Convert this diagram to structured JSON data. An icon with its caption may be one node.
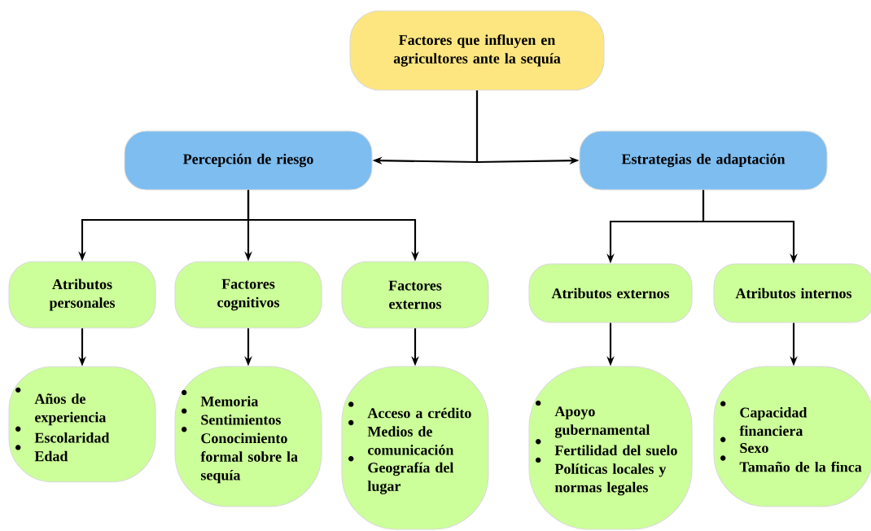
{
  "diagram": {
    "nodes": [
      {
        "text": [
          "Factores que influyen en agricultores ante la sequía"
        ]
      },
      {
        "text": [
          "Percepción de riesgo"
        ]
      },
      {
        "text": [
          "Estrategias de adaptación"
        ]
      },
      {
        "text": [
          "Atributos personales"
        ]
      },
      {
        "text": [
          "Factores cognitivos"
        ]
      },
      {
        "text": [
          "Factores externos"
        ]
      },
      {
        "text": [
          "Atributos externos"
        ]
      },
      {
        "text": [
          "Atributos internos"
        ]
      },
      {
        "text": [
          "Años de experiencia",
          "Escolaridad",
          "Edad"
        ]
      },
      {
        "text": [
          "Memoria",
          "Sentimientos",
          "Conocimiento formal sobre la sequía"
        ]
      },
      {
        "text": [
          "Acceso a crédito",
          "Medios de comunicación",
          "Geografía del lugar"
        ]
      },
      {
        "text": [
          "Apoyo gubernamental",
          "Fertilidad del suelo",
          "Políticas locales y normas legales"
        ]
      },
      {
        "text": [
          "Capacidad financiera",
          "Sexo",
          "Tamaño de la finca"
        ]
      }
    ],
    "edges": [
      {
        "from": 0,
        "to": 1,
        "arrow": "to"
      },
      {
        "from": 0,
        "to": 2,
        "arrow": "to"
      },
      {
        "from": 1,
        "to": 3,
        "arrow": "to"
      },
      {
        "from": 1,
        "to": 4,
        "arrow": "to"
      },
      {
        "from": 1,
        "to": 5,
        "arrow": "to"
      },
      {
        "from": 2,
        "to": 6,
        "arrow": "to"
      },
      {
        "from": 2,
        "to": 7,
        "arrow": "to"
      },
      {
        "from": 3,
        "to": 8,
        "arrow": "to"
      },
      {
        "from": 4,
        "to": 9,
        "arrow": "to"
      },
      {
        "from": 5,
        "to": 10,
        "arrow": "to"
      },
      {
        "from": 6,
        "to": 11,
        "arrow": "to"
      },
      {
        "from": 7,
        "to": 12,
        "arrow": "to"
      }
    ]
  }
}
